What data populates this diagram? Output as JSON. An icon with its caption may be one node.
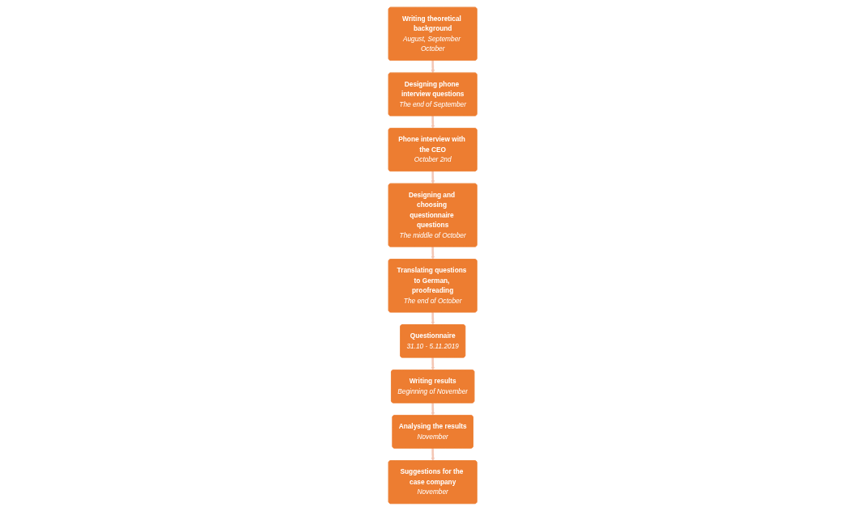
{
  "diagram": {
    "nodes": [
      {
        "text": [
          "Writing theoretical background",
          "August, September October"
        ]
      },
      {
        "text": [
          "Designing phone interview questions",
          "The end of September"
        ]
      },
      {
        "text": [
          "Phone interview with the CEO",
          "October 2nd"
        ]
      },
      {
        "text": [
          "Designing and choosing questionnaire questions",
          "The middle of October"
        ]
      },
      {
        "text": [
          "Translating questions to German, proofreading",
          "The end of October"
        ]
      },
      {
        "text": [
          "Questionnaire",
          "31.10 - 5.11.2019"
        ]
      },
      {
        "text": [
          "Writing results",
          "Beginning of November"
        ]
      },
      {
        "text": [
          "Analysing the results",
          "November"
        ]
      },
      {
        "text": [
          "Suggestions for the case company",
          "November"
        ]
      }
    ],
    "edges": [
      {
        "from": 0,
        "to": 1,
        "arrow": "to"
      },
      {
        "from": 1,
        "to": 2,
        "arrow": "to"
      },
      {
        "from": 2,
        "to": 3,
        "arrow": "to"
      },
      {
        "from": 3,
        "to": 4,
        "arrow": "to"
      },
      {
        "from": 4,
        "to": 5,
        "arrow": "to"
      },
      {
        "from": 5,
        "to": 6,
        "arrow": "to"
      },
      {
        "from": 6,
        "to": 7,
        "arrow": "to"
      },
      {
        "from": 7,
        "to": 8,
        "arrow": "to"
      }
    ]
  }
}
